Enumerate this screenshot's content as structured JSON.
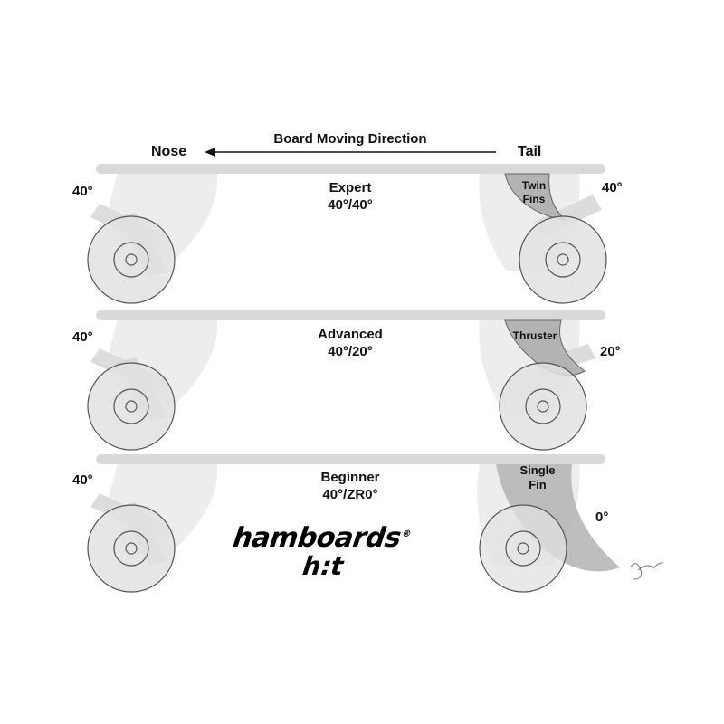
{
  "direction": {
    "title": "Board Moving Direction",
    "nose": "Nose",
    "tail": "Tail"
  },
  "setups": [
    {
      "level": "Expert",
      "angles": "40°/40°",
      "front_angle": "40°",
      "rear_angle": "40°",
      "fin_line1": "Twin",
      "fin_line2": "Fins"
    },
    {
      "level": "Advanced",
      "angles": "40°/20°",
      "front_angle": "40°",
      "rear_angle": "20°",
      "fin_line1": "Thruster",
      "fin_line2": ""
    },
    {
      "level": "Beginner",
      "angles": "40°/ZR0°",
      "front_angle": "40°",
      "rear_angle": "0°",
      "fin_line1": "Single",
      "fin_line2": "Fin"
    }
  ],
  "brand": {
    "name": "hamboards",
    "mark": "h:t",
    "registered": "®"
  },
  "colors": {
    "board": "#d9d9d9",
    "truck": "#ececec",
    "wheel": "#e3e3e3",
    "fin": "#b3b3b3",
    "outline": "#555555"
  },
  "icons": [
    "arrow-left-icon",
    "signature-icon"
  ]
}
